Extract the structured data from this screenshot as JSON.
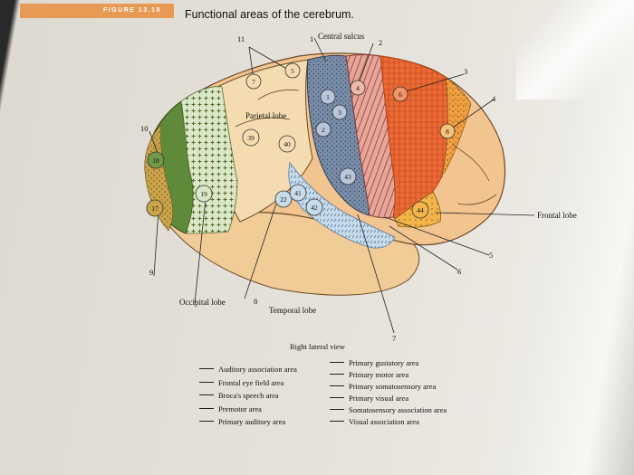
{
  "header": {
    "figure_tag": "FIGURE 13.18",
    "title": "Functional areas of the cerebrum."
  },
  "diagram": {
    "labels": {
      "central_sulcus": "Central sulcus",
      "parietal_lobe": "Parietal lobe",
      "frontal_lobe": "Frontal lobe",
      "occipital_lobe": "Occipital lobe",
      "temporal_lobe": "Temporal lobe"
    },
    "numbers": [
      "1",
      "2",
      "3",
      "4",
      "5",
      "6",
      "7",
      "8",
      "9",
      "10",
      "11"
    ],
    "circled_areas": [
      "1",
      "2",
      "3",
      "4",
      "5",
      "6",
      "7",
      "8",
      "17",
      "18",
      "19",
      "22",
      "39",
      "40",
      "41",
      "42",
      "43",
      "44"
    ],
    "view_caption": "Right lateral view"
  },
  "legend": {
    "left": [
      "Auditory association area",
      "Frontal eye field area",
      "Broca's speech area",
      "Premotor area",
      "Primary auditory area"
    ],
    "right": [
      "Primary gustatory area",
      "Primary motor area",
      "Primary somatosensory area",
      "Primary visual area",
      "Somatosensory association area",
      "Visual association area"
    ]
  },
  "colors": {
    "frontal": "#f2c48f",
    "primary_motor": "#e6a79a",
    "primary_somatosensory": "#7d8faa",
    "premotor": "#ec6a35",
    "frontal_eye_field": "#e8a85c",
    "broca": "#f0b24a",
    "primary_visual": "#5f8a3a",
    "visual_association": "#d9e6c4",
    "auditory": "#b7cde2",
    "parietal": "#f4dcb0",
    "temporal": "#f2cc97"
  }
}
